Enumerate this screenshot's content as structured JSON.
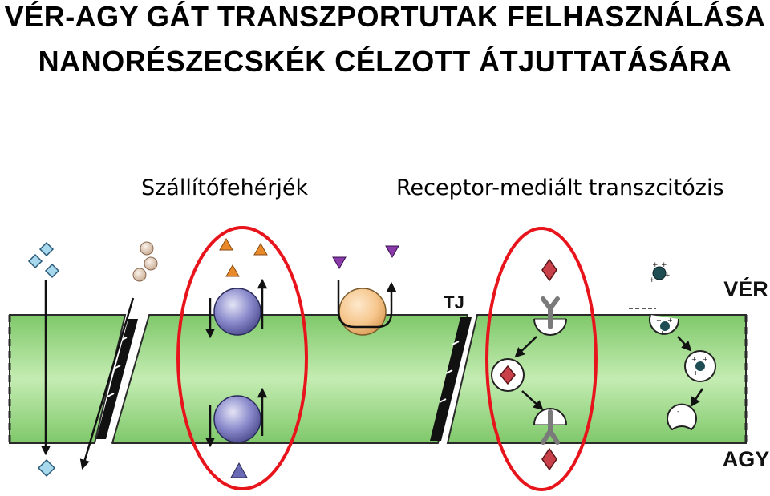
{
  "title": {
    "line1": "VÉR-AGY GÁT TRANSZPORTUTAK FELHASZNÁLÁSA",
    "line2": "NANORÉSZECSKÉK CÉLZOTT ÁTJUTTATÁSÁRA"
  },
  "headings": {
    "transporters": "Szállítófehérjék",
    "rmt": "Receptor-mediált transzcitózis"
  },
  "labels": {
    "tj": "TJ",
    "blood": "VÉR",
    "brain": "AGY"
  },
  "colors": {
    "membrane": "#a8dc94",
    "membrane_border": "#2a2a2a",
    "highlight_ellipse": "#e8141c",
    "transporter": "#7c7cc4",
    "carrier": "#f6c68c",
    "orange_triangle": "#e88a2a",
    "purple_triangle": "#8a3aa8",
    "blue_triangle": "#6a6ab4",
    "diamond_light": "#a8d8ec",
    "diamond_red": "#c8404a",
    "sphere_tan": "#e8d2bc",
    "nanoparticle": "#1e4e54"
  }
}
